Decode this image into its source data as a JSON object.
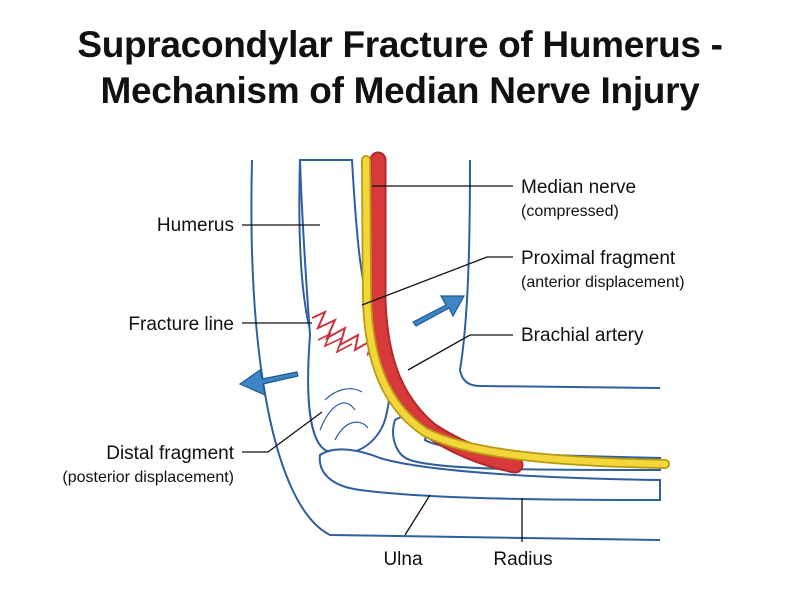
{
  "title": {
    "line1": "Supracondylar Fracture of Humerus -",
    "line2": "Mechanism of Median Nerve Injury"
  },
  "labels": {
    "humerus": "Humerus",
    "fracture_line": "Fracture line",
    "distal_fragment": "Distal fragment",
    "distal_fragment_note": "(posterior displacement)",
    "median_nerve": "Median nerve",
    "median_nerve_note": "(compressed)",
    "proximal_fragment": "Proximal fragment",
    "proximal_fragment_note": "(anterior displacement)",
    "brachial_artery": "Brachial artery",
    "ulna": "Ulna",
    "radius": "Radius"
  },
  "colors": {
    "bone_outline": "#2f5f9e",
    "nerve": "#f3d63a",
    "artery": "#d8393a",
    "fracture": "#c8333f",
    "arrow": "#3d86c6"
  }
}
